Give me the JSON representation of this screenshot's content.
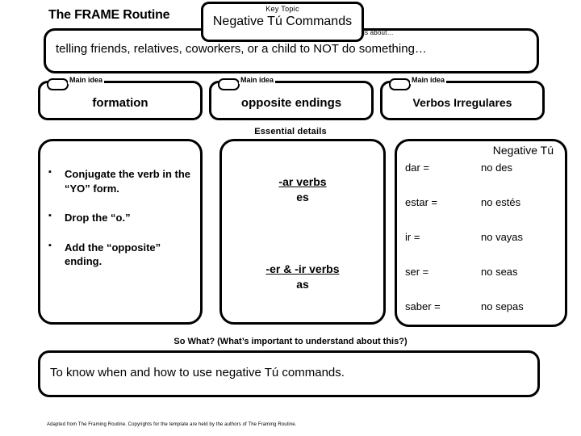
{
  "header": {
    "routine_title": "The FRAME Routine",
    "key_topic_label": "Key Topic",
    "key_topic_value": "Negative Tú Commands",
    "is_about_label": "is about…",
    "is_about_text": "telling friends, relatives, coworkers, or a child to NOT do something…"
  },
  "main_ideas": [
    {
      "label": "Main idea",
      "value": "formation"
    },
    {
      "label": "Main idea",
      "value": "opposite endings"
    },
    {
      "label": "Main idea",
      "value": "Verbos Irregulares"
    }
  ],
  "essential_details_label": "Essential details",
  "details": {
    "column1": {
      "bullets": [
        "Conjugate the verb in the “YO” form.",
        "Drop the “o.”",
        "Add the “opposite” ending."
      ]
    },
    "column2": {
      "groups": [
        {
          "title": "-ar verbs",
          "ending": "es"
        },
        {
          "title": "-er & -ir verbs",
          "ending": "as"
        }
      ]
    },
    "column3": {
      "header": "Negative Tú",
      "rows": [
        {
          "verb": "dar =",
          "form": "no des"
        },
        {
          "verb": "estar =",
          "form": "no estés"
        },
        {
          "verb": "ir =",
          "form": "no vayas"
        },
        {
          "verb": "ser =",
          "form": "no seas"
        },
        {
          "verb": "saber =",
          "form": "no sepas"
        }
      ]
    }
  },
  "so_what": {
    "label": "So What? (What’s important to understand about this?)",
    "text": "To know when and how to use negative Tú commands."
  },
  "footer": "Adapted from The Framing Routine. Copyrights for the template are held by the authors of The Framing Routine.",
  "colors": {
    "ink": "#000000",
    "background": "#ffffff"
  }
}
